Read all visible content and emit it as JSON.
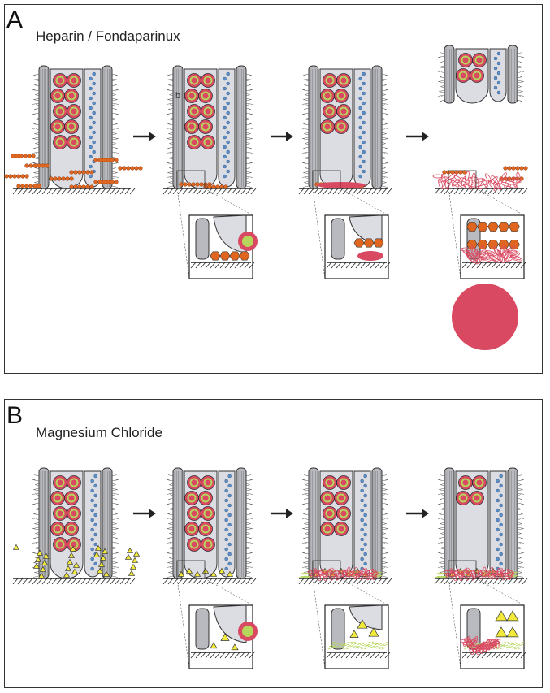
{
  "figure": {
    "panels": [
      {
        "id": "A",
        "letter": "A",
        "title": "Heparin / Fondaparinux",
        "stage_count": 4,
        "ion": "chain",
        "colors": {
          "ion": "#e0661f",
          "clot": "#d94a62",
          "gel": "#b5d65a"
        },
        "stages": [
          {
            "granules": 10,
            "show_ions": true,
            "clot": "none",
            "inset": false
          },
          {
            "granules": 10,
            "show_ions": true,
            "clot": "none",
            "inset": "granule-release"
          },
          {
            "granules": 8,
            "show_ions": true,
            "clot": "small",
            "inset": "chain-clot"
          },
          {
            "granules": 4,
            "show_ions": true,
            "clot": "mesh",
            "inset": "chain-ladder",
            "disc": true
          }
        ]
      },
      {
        "id": "B",
        "letter": "B",
        "title": "Magnesium Chloride",
        "stage_count": 4,
        "ion": "triangle",
        "colors": {
          "ion": "#f2ea3a",
          "clot": "#d94a62",
          "gel": "#b5d65a"
        },
        "stages": [
          {
            "granules": 10,
            "show_ions": true,
            "clot": "none",
            "inset": false
          },
          {
            "granules": 10,
            "show_ions": true,
            "clot": "none",
            "inset": "granule-release"
          },
          {
            "granules": 8,
            "show_ions": true,
            "clot": "gel",
            "inset": "triangles-gel"
          },
          {
            "granules": 4,
            "show_ions": true,
            "clot": "gel",
            "inset": "triangles-bridge"
          }
        ]
      }
    ],
    "inset_label": "b",
    "arrow_color": "#222222",
    "granule_colors": {
      "outer": "#d94a62",
      "inner": "#b5d65a"
    },
    "bead_color": "#5b8fc9",
    "cell_fill": "#dcdde3",
    "tube_fill": "#b9babf"
  }
}
